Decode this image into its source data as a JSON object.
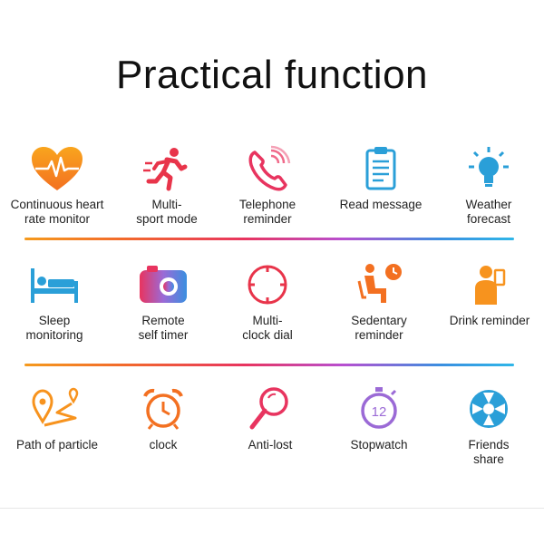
{
  "title": "Practical function",
  "rows": [
    [
      {
        "icon": "heart-rate-icon",
        "label": "Continuous heart\nrate monitor"
      },
      {
        "icon": "running-person-icon",
        "label": "Multi-\nsport mode"
      },
      {
        "icon": "telephone-icon",
        "label": "Telephone\nreminder"
      },
      {
        "icon": "clipboard-icon",
        "label": "Read message"
      },
      {
        "icon": "lightbulb-icon",
        "label": "Weather\nforecast"
      }
    ],
    [
      {
        "icon": "bed-icon",
        "label": "Sleep\nmonitoring"
      },
      {
        "icon": "camera-icon",
        "label": "Remote\nself timer"
      },
      {
        "icon": "clock-dial-icon",
        "label": "Multi-\nclock dial"
      },
      {
        "icon": "sitting-person-icon",
        "label": "Sedentary\nreminder"
      },
      {
        "icon": "drinking-person-icon",
        "label": "Drink  reminder"
      }
    ],
    [
      {
        "icon": "location-path-icon",
        "label": "Path  of particle"
      },
      {
        "icon": "alarm-clock-icon",
        "label": "clock"
      },
      {
        "icon": "magnifier-icon",
        "label": "Anti-lost"
      },
      {
        "icon": "stopwatch-icon",
        "label": "Stopwatch",
        "number": "12"
      },
      {
        "icon": "share-fan-icon",
        "label": "Friends\nshare"
      }
    ]
  ],
  "colors": {
    "orange": "#f7931e",
    "red": "#e8344a",
    "pink": "#e8345f",
    "blue": "#2a9fd8",
    "purple": "#9b6ad6"
  }
}
